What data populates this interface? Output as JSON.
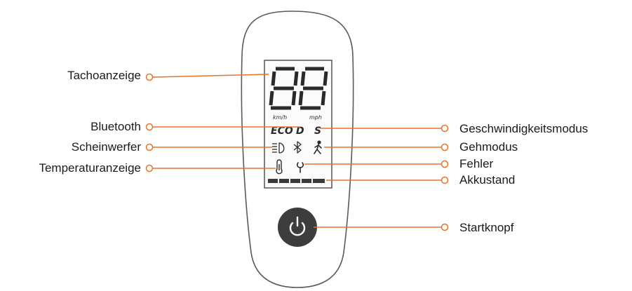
{
  "display": {
    "speed_digits": "88",
    "unit_kmh": "km/h",
    "unit_mph": "mph",
    "mode_eco": "ECO",
    "mode_d": "D",
    "mode_s": "S"
  },
  "labels": {
    "tachoanzeige": "Tachoanzeige",
    "bluetooth": "Bluetooth",
    "scheinwerfer": "Scheinwerfer",
    "temperaturanzeige": "Temperaturanzeige",
    "geschwindigkeitsmodus": "Geschwindigkeitsmodus",
    "gehmodus": "Gehmodus",
    "fehler": "Fehler",
    "akkustand": "Akkustand",
    "startknopf": "Startknopf"
  },
  "icons": {
    "headlight": "headlight-icon",
    "bluetooth": "bluetooth-icon",
    "walk": "walking-person-icon",
    "temperature": "thermometer-icon",
    "error": "wrench-icon",
    "power": "power-icon"
  },
  "battery": {
    "segments_shown": 5
  },
  "colors": {
    "leader_line": "#e8742a",
    "device_outline": "#555555",
    "lcd_ink": "#2a2a2a",
    "power_button": "#3d3d3d"
  }
}
